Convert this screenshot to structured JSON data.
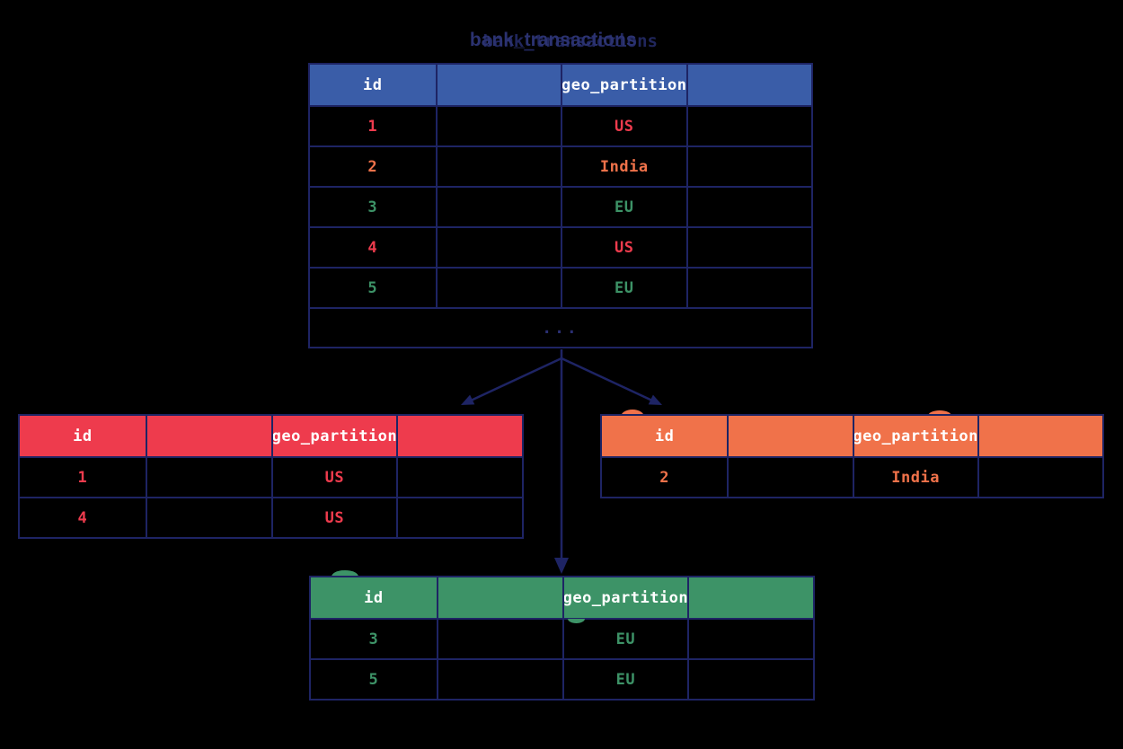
{
  "diagram": {
    "title": {
      "text": "bank_transactions",
      "ghost_text": "bank_transactions"
    },
    "ellipsis": "...",
    "tables": {
      "main": {
        "header": [
          "id",
          "",
          "geo_partition",
          ""
        ],
        "rows": [
          {
            "id": "1",
            "geo": "US"
          },
          {
            "id": "2",
            "geo": "India"
          },
          {
            "id": "3",
            "geo": "EU"
          },
          {
            "id": "4",
            "geo": "US"
          },
          {
            "id": "5",
            "geo": "EU"
          }
        ]
      },
      "us": {
        "header": [
          "id",
          "",
          "geo_partition",
          ""
        ],
        "rows": [
          {
            "id": "1",
            "geo": "US"
          },
          {
            "id": "4",
            "geo": "US"
          }
        ]
      },
      "india": {
        "header": [
          "id",
          "",
          "geo_partition",
          ""
        ],
        "rows": [
          {
            "id": "2",
            "geo": "India"
          }
        ]
      },
      "eu": {
        "header": [
          "id",
          "",
          "geo_partition",
          ""
        ],
        "rows": [
          {
            "id": "3",
            "geo": "EU"
          },
          {
            "id": "5",
            "geo": "EU"
          }
        ]
      }
    },
    "colors": {
      "background": "#000000",
      "border_navy": "#1e2464",
      "header_blue": "#3a5da8",
      "header_red": "#ee3b4d",
      "header_orange": "#f0724a",
      "header_green": "#3d9367",
      "text_white": "#ffffff",
      "title_navy": "#2b3270",
      "ellipsis_navy": "#2a2f73"
    }
  }
}
